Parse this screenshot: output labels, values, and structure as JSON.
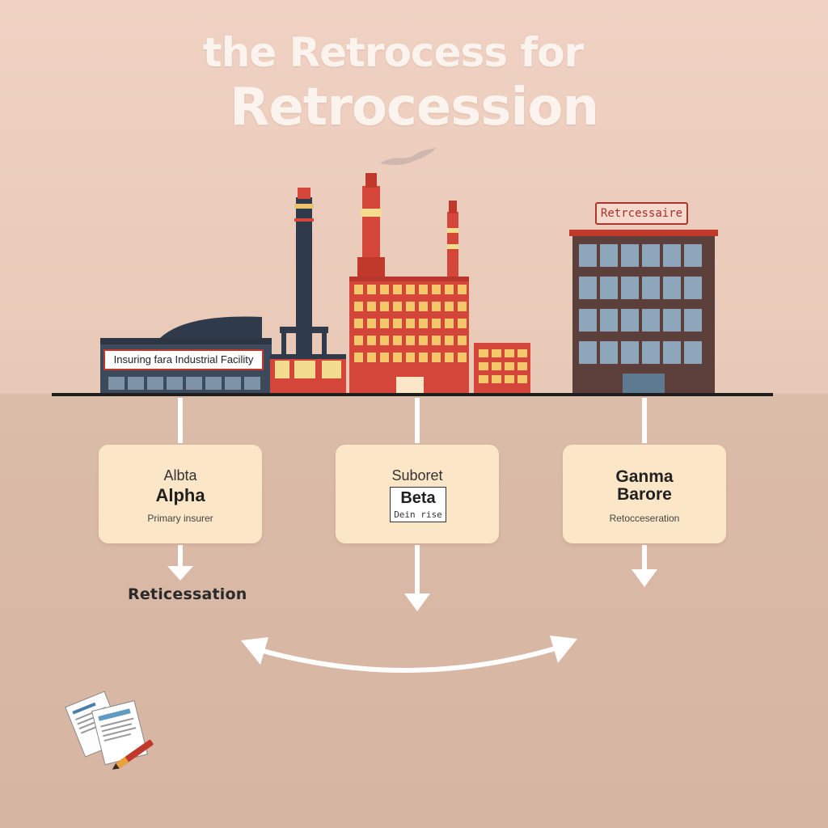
{
  "title": {
    "line1": "the Retrocess for",
    "line2": "Retrocession"
  },
  "facility": {
    "label": "Insuring fara Industrial Facility"
  },
  "retrocessaire_building": {
    "sign": "Retrcessaire"
  },
  "cards": {
    "alpha": {
      "top": "Albta",
      "name": "Alpha",
      "sub": "Primary insurer"
    },
    "beta": {
      "top": "Suboret",
      "name": "Beta",
      "note": "Dein rise"
    },
    "gamma": {
      "top": "Ganma",
      "name": "Barore",
      "sub": "Retocceseration"
    }
  },
  "flow": {
    "label": "Reticessation"
  },
  "icons": {
    "documents": "documents-pen-icon"
  },
  "colors": {
    "background_top": "#f0d2c4",
    "background_bottom": "#d6b5a2",
    "card": "#fbe6c8",
    "factory_red": "#d4453a",
    "chimney_dark": "#2f3b4a",
    "building_brown": "#5c3f3a",
    "arrow": "#ffffff"
  }
}
